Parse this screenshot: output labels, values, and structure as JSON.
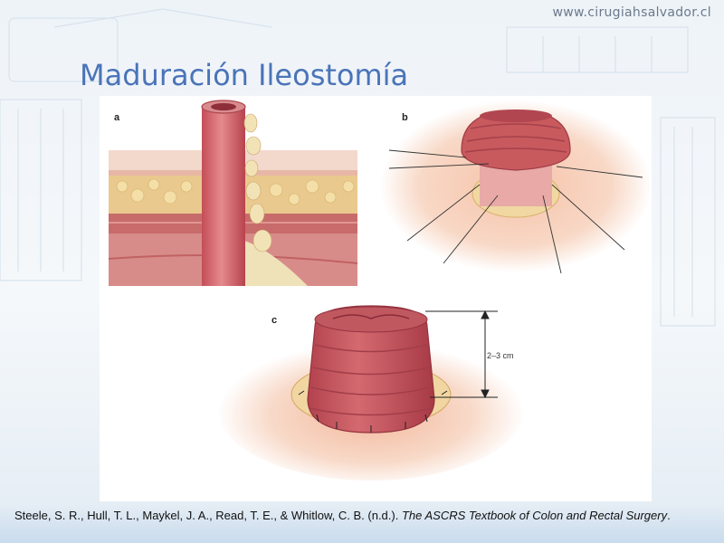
{
  "site": "www.cirugiahsalvador.cl",
  "title": "Maduración Ileostomía",
  "figure": {
    "panels": [
      "a",
      "b",
      "c"
    ],
    "measurement": "2–3 cm"
  },
  "citation": {
    "authors": "Steele, S. R., Hull, T. L., Maykel, J. A., Read, T. E., & Whitlow, C. B. (n.d.). ",
    "book": "The ASCRS Textbook of Colon and Rectal Surgery",
    "end": "."
  },
  "colors": {
    "title": "#4a74b8",
    "bowel": "#c85a5e",
    "fat": "#e6c88a",
    "skin": "#f4c7ae"
  }
}
